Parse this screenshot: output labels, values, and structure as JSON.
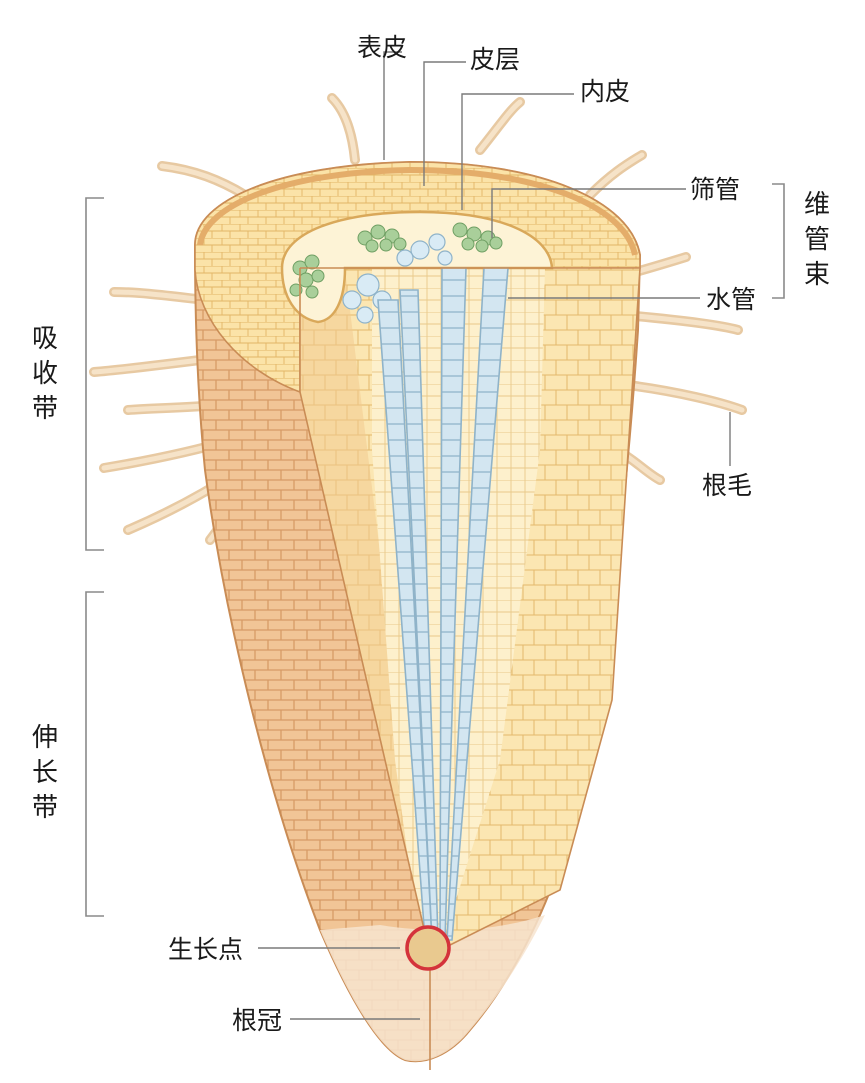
{
  "labels": {
    "epidermis": "表皮",
    "cortex": "皮层",
    "endodermis": "内皮",
    "sieve_tube": "筛管",
    "vessel": "水管",
    "vascular_bundle": [
      "维",
      "管",
      "束"
    ],
    "root_hair": "根毛",
    "absorption_zone": [
      "吸",
      "收",
      "带"
    ],
    "elongation_zone": [
      "伸",
      "长",
      "带"
    ],
    "growing_point": "生长点",
    "root_cap": "根冠"
  },
  "colors": {
    "outer_tissue": "#f2c89a",
    "cortex": "#fbe7b4",
    "stele": "#fdf1cf",
    "vessel": "#cfe3ef",
    "phloem": "#a9cf9a",
    "growing_point_ring": "#d4333b"
  }
}
